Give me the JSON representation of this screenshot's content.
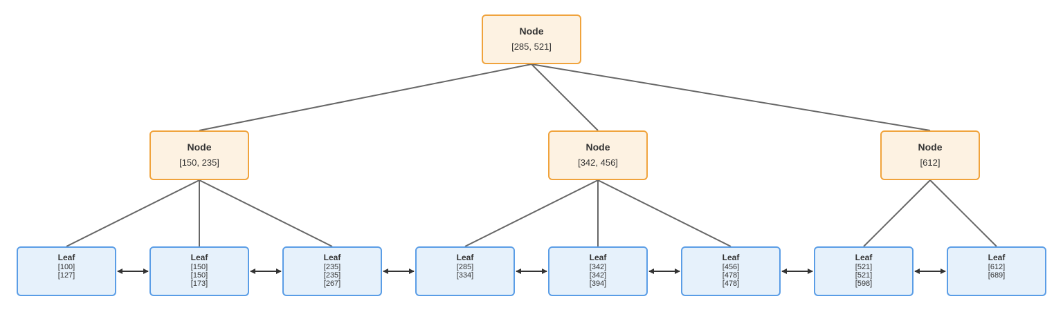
{
  "root": {
    "title": "Node",
    "keys": "[285, 521]"
  },
  "internals": [
    {
      "title": "Node",
      "keys": "[150, 235]"
    },
    {
      "title": "Node",
      "keys": "[342, 456]"
    },
    {
      "title": "Node",
      "keys": "[612]"
    }
  ],
  "leaves": [
    {
      "title": "Leaf",
      "keys": [
        "[100]",
        "[127]"
      ]
    },
    {
      "title": "Leaf",
      "keys": [
        "[150]",
        "[150]",
        "[173]"
      ]
    },
    {
      "title": "Leaf",
      "keys": [
        "[235]",
        "[235]",
        "[267]"
      ]
    },
    {
      "title": "Leaf",
      "keys": [
        "[285]",
        "[334]"
      ]
    },
    {
      "title": "Leaf",
      "keys": [
        "[342]",
        "[342]",
        "[394]"
      ]
    },
    {
      "title": "Leaf",
      "keys": [
        "[456]",
        "[478]",
        "[478]"
      ]
    },
    {
      "title": "Leaf",
      "keys": [
        "[521]",
        "[521]",
        "[598]"
      ]
    },
    {
      "title": "Leaf",
      "keys": [
        "[612]",
        "[689]"
      ]
    }
  ],
  "colors": {
    "node_border": "#f0a33c",
    "node_fill": "#fdf2e2",
    "leaf_border": "#5a9de6",
    "leaf_fill": "#e6f1fb",
    "edge": "#666666",
    "link_arrow": "#333333"
  }
}
